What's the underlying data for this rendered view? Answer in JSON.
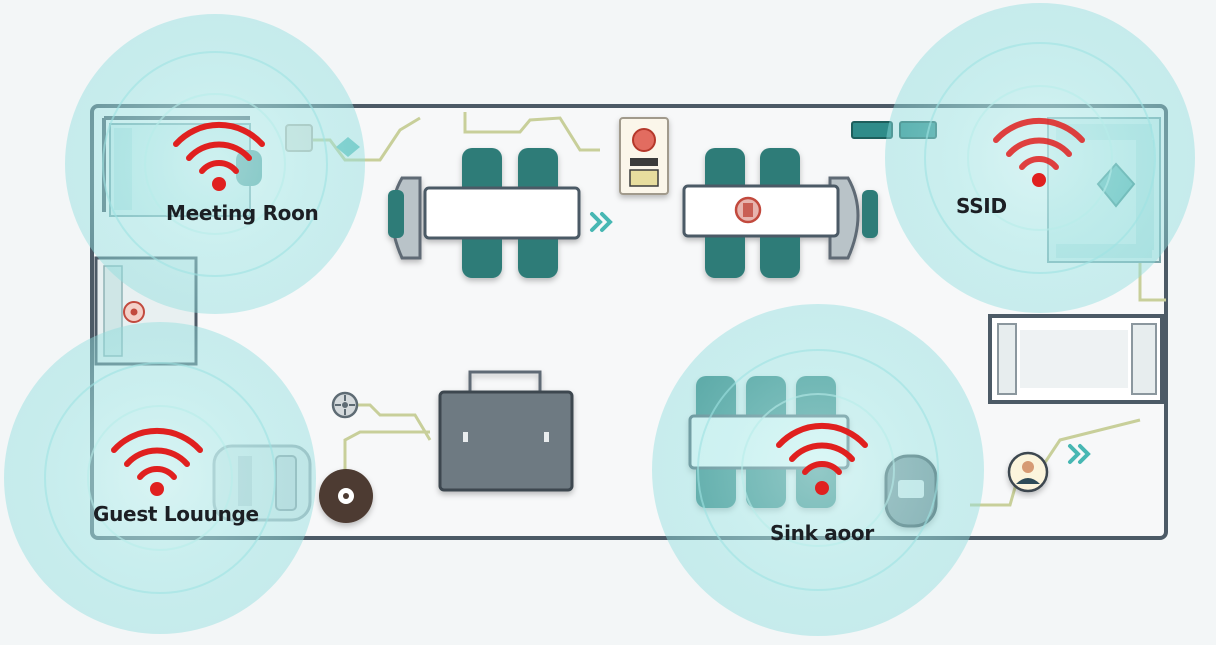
{
  "zones": {
    "meeting_room": "Meeting Roon",
    "ssid": "SSID",
    "guest_lounge": "Guest Louunge",
    "sink_area": "Sink aoor"
  },
  "colors": {
    "wifi": "#e0201f",
    "coverage": "#7fdede",
    "wall": "#4c5a66",
    "seat": "#2f7c78",
    "cable": "#c8cf9a"
  },
  "icons": [
    "wifi-icon",
    "avatar-icon",
    "arrow-icon",
    "fan-icon",
    "speaker-icon"
  ]
}
